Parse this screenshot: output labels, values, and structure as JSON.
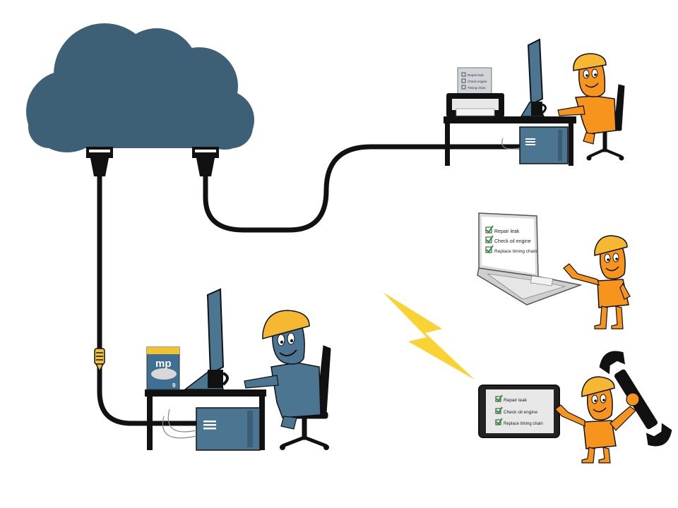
{
  "colors": {
    "cloud": "#3d6077",
    "blue_worker": "#4b7591",
    "orange_worker": "#f7941d",
    "hard_hat": "#f6b733",
    "lightning": "#f9d234",
    "cable": "#111111",
    "connector_accent": "#f2c230"
  },
  "software_box": {
    "logo": "mp",
    "edition": "9"
  },
  "printer_paper": {
    "checklist_lines": [
      "Repair leak",
      "Check engine",
      "Timing chain"
    ]
  },
  "laptop_checklist": {
    "items": [
      "Repair leak",
      "Check oil engine",
      "Replace timing chain"
    ]
  },
  "tablet_checklist": {
    "items": [
      "Repair leak",
      "Check oil engine",
      "Replace timing chain"
    ]
  },
  "icons": [
    "cloud-icon",
    "lightning-icon",
    "wrench-icon",
    "coffee-mug-icon",
    "printer-icon",
    "desktop-pc-icon",
    "laptop-icon",
    "tablet-icon",
    "office-chair-icon"
  ]
}
